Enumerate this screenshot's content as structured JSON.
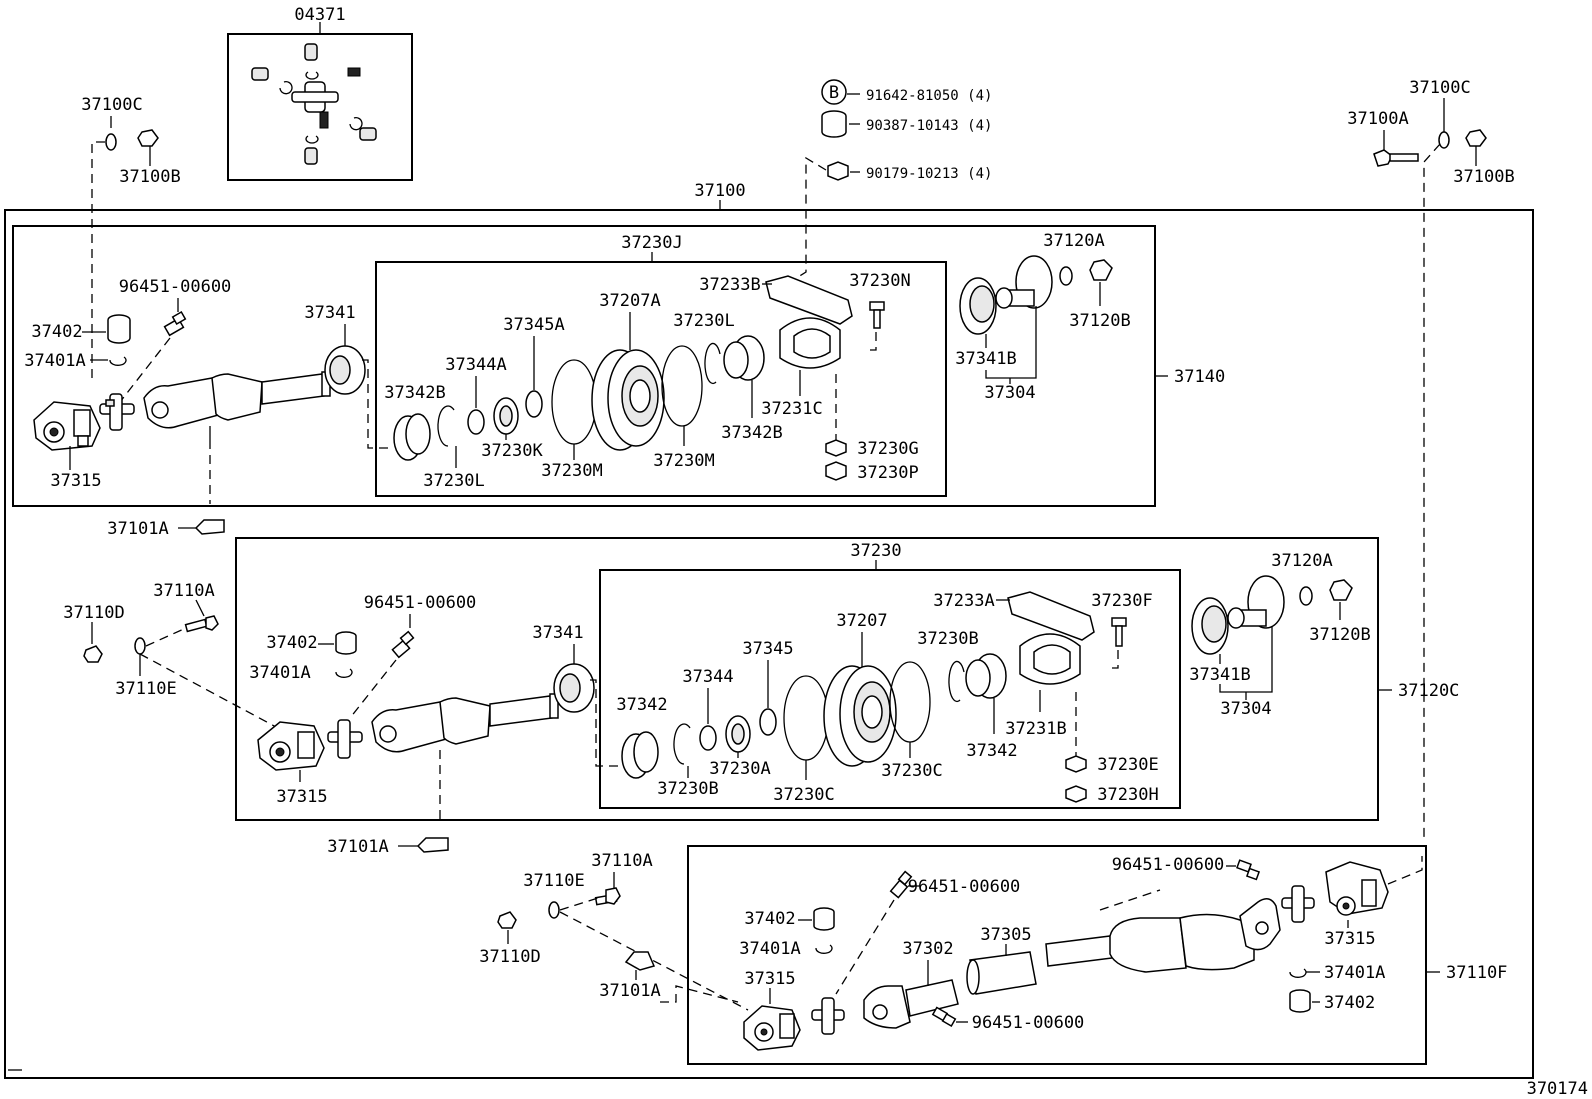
{
  "labels": {
    "kit_04371": "04371",
    "assy_37100": "37100",
    "top_37100c_l": "37100C",
    "top_37100b_l": "37100B",
    "top_37100c_r": "37100C",
    "top_37100a_r": "37100A",
    "top_37100b_r": "37100B",
    "bolt_b_part": "91642-81050 (4)",
    "bolt_b_letter": "B",
    "spacer_part": "90387-10143 (4)",
    "nut_part": "90179-10213 (4)",
    "s1_37230j": "37230J",
    "s1_37233b": "37233B",
    "s1_37230n": "37230N",
    "s1_37207a": "37207A",
    "s1_37230l_top": "37230L",
    "s1_37345a": "37345A",
    "s1_37344a": "37344A",
    "s1_37342b_l": "37342B",
    "s1_37230k": "37230K",
    "s1_37230l_bot": "37230L",
    "s1_37230m_a": "37230M",
    "s1_37230m_b": "37230M",
    "s1_37342b_r": "37342B",
    "s1_37231c": "37231C",
    "s1_37230g": "37230G",
    "s1_37230p": "37230P",
    "s1_37120a": "37120A",
    "s1_37120b": "37120B",
    "s1_37341b": "37341B",
    "s1_37304": "37304",
    "s1_37140": "37140",
    "s1_96451": "96451-00600",
    "s1_37402": "37402",
    "s1_37401a": "37401A",
    "s1_37341": "37341",
    "s1_37315": "37315",
    "s1_37101a": "37101A",
    "s2_37230": "37230",
    "s2_37233a": "37233A",
    "s2_37230f": "37230F",
    "s2_37207": "37207",
    "s2_37230b_top": "37230B",
    "s2_37345": "37345",
    "s2_37344": "37344",
    "s2_37342_l": "37342",
    "s2_37230a": "37230A",
    "s2_37230b_bot": "37230B",
    "s2_37230c_a": "37230C",
    "s2_37230c_b": "37230C",
    "s2_37342_r": "37342",
    "s2_37231b": "37231B",
    "s2_37230e": "37230E",
    "s2_37230h": "37230H",
    "s2_37120a": "37120A",
    "s2_37120b": "37120B",
    "s2_37341b": "37341B",
    "s2_37304": "37304",
    "s2_37120c": "37120C",
    "s2_37110a": "37110A",
    "s2_37110d": "37110D",
    "s2_37110e": "37110E",
    "s2_96451": "96451-00600",
    "s2_37402": "37402",
    "s2_37401a": "37401A",
    "s2_37341": "37341",
    "s2_37315": "37315",
    "s2_37101a": "37101A",
    "s3_37110a": "37110A",
    "s3_37110e": "37110E",
    "s3_37110d": "37110D",
    "s3_37101a": "37101A",
    "s3_96451_a": "96451-00600",
    "s3_96451_b": "96451-00600",
    "s3_96451_c": "96451-00600",
    "s3_37402_l": "37402",
    "s3_37401a_l": "37401A",
    "s3_37315_l": "37315",
    "s3_37302": "37302",
    "s3_37305": "37305",
    "s3_37315_r": "37315",
    "s3_37401a_r": "37401A",
    "s3_37402_r": "37402",
    "s3_37110f": "37110F",
    "figure_no": "370174"
  }
}
